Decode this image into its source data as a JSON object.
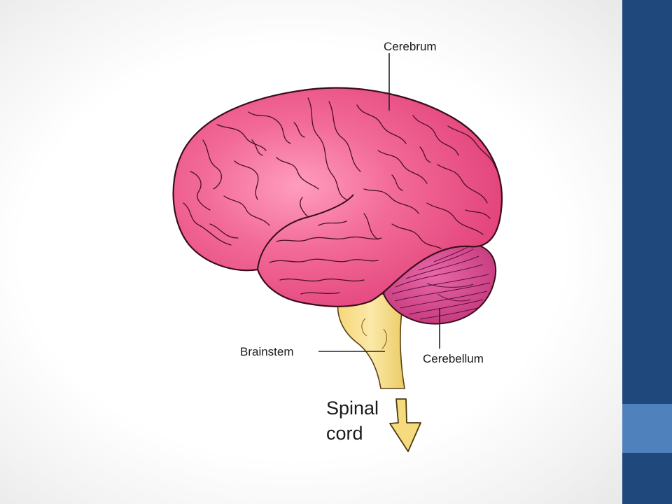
{
  "labels": {
    "cerebrum": "Cerebrum",
    "brainstem": "Brainstem",
    "cerebellum": "Cerebellum",
    "spinal_cord_line1": "Spinal",
    "spinal_cord_line2": "cord"
  },
  "colors": {
    "cerebrum_fill": "#ee5a8c",
    "cerebrum_highlight": "#ff8db3",
    "cerebellum_fill": "#d8458a",
    "brainstem_fill": "#f7dc8a",
    "outline": "#3a0d1a",
    "sidebar_dark": "#1f497d",
    "sidebar_accent": "#4f81bd"
  }
}
